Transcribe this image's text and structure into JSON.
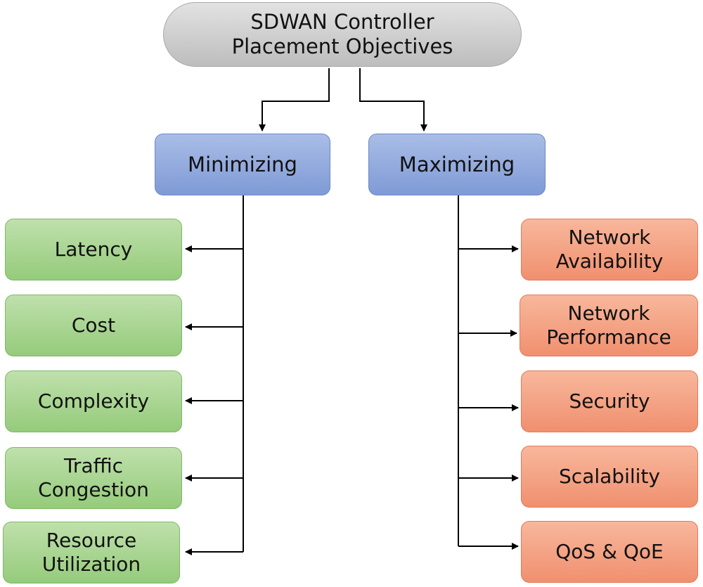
{
  "root": {
    "label": "SDWAN Controller\nPlacement Objectives"
  },
  "categories": {
    "minimizing": {
      "label": "Minimizing"
    },
    "maximizing": {
      "label": "Maximizing"
    }
  },
  "minimizing_items": [
    {
      "label": "Latency"
    },
    {
      "label": "Cost"
    },
    {
      "label": "Complexity"
    },
    {
      "label": "Traffic\nCongestion"
    },
    {
      "label": "Resource\nUtilization"
    }
  ],
  "maximizing_items": [
    {
      "label": "Network\nAvailability"
    },
    {
      "label": "Network\nPerformance"
    },
    {
      "label": "Security"
    },
    {
      "label": "Scalability"
    },
    {
      "label": "QoS & QoE"
    }
  ],
  "colors": {
    "root_fill": "#cfcfcf",
    "category_fill": "#8ea9de",
    "minimize_fill": "#a9d58f",
    "maximize_fill": "#f4a284",
    "connector": "#000000"
  }
}
